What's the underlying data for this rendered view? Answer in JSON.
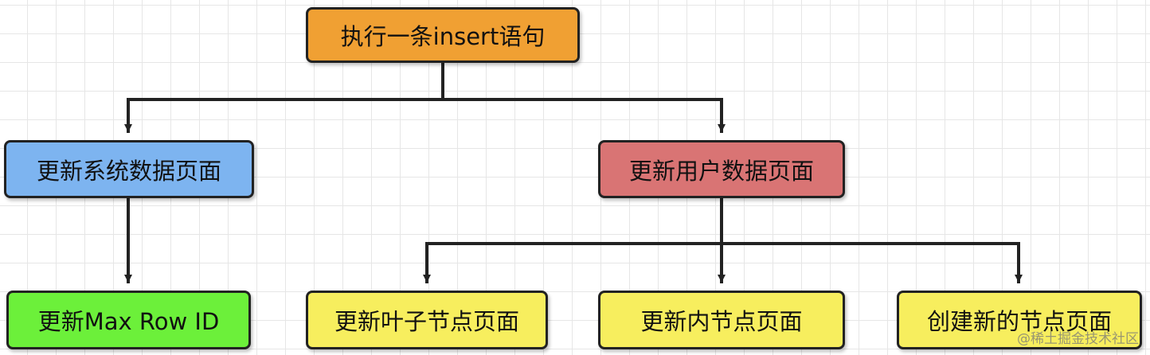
{
  "nodes": {
    "root": {
      "label": "执行一条insert语句",
      "color": "#f0a033"
    },
    "system_page": {
      "label": "更新系统数据页面",
      "color": "#7db4f0"
    },
    "user_page": {
      "label": "更新用户数据页面",
      "color": "#d97474"
    },
    "max_row_id": {
      "label": "更新Max Row ID",
      "color": "#6cf03a"
    },
    "leaf_page": {
      "label": "更新叶子节点页面",
      "color": "#f7ee5e"
    },
    "inner_page": {
      "label": "更新内节点页面",
      "color": "#f7ee5e"
    },
    "new_page": {
      "label": "创建新的节点页面",
      "color": "#f7ee5e"
    }
  },
  "watermark": "@稀土掘金技术社区"
}
